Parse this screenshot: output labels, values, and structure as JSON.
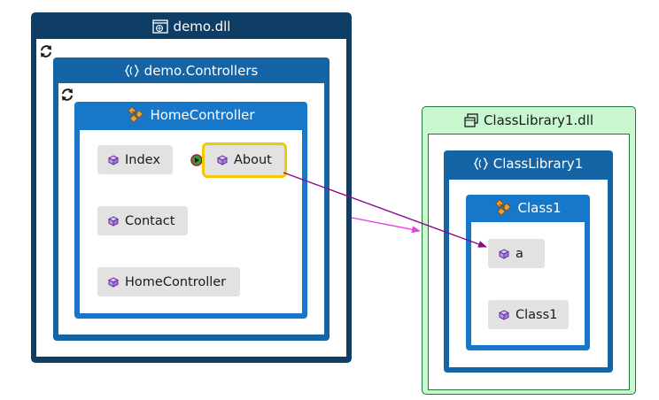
{
  "assemblies": {
    "demo": {
      "title": "demo.dll",
      "namespace": {
        "title": "demo.Controllers",
        "class": {
          "title": "HomeController",
          "members": [
            {
              "label": "Index"
            },
            {
              "label": "About"
            },
            {
              "label": "Contact"
            },
            {
              "label": "HomeController"
            }
          ]
        }
      }
    },
    "classlib": {
      "title": "ClassLibrary1.dll",
      "namespace": {
        "title": "ClassLibrary1",
        "class": {
          "title": "Class1",
          "members": [
            {
              "label": "a"
            },
            {
              "label": "Class1"
            }
          ]
        }
      }
    }
  },
  "colors": {
    "assembly_dark": "#0e3d66",
    "namespace_blue": "#1464a6",
    "class_blue": "#1777c9",
    "classlib_bg": "#c8f7d0",
    "highlight": "#f5c800",
    "arrow_member": "#8a0a8a",
    "arrow_assembly": "#e83be8"
  },
  "icons": [
    "assembly-icon",
    "namespace-icon",
    "class-icon",
    "method-icon",
    "refresh-icon",
    "entry-point-icon"
  ]
}
